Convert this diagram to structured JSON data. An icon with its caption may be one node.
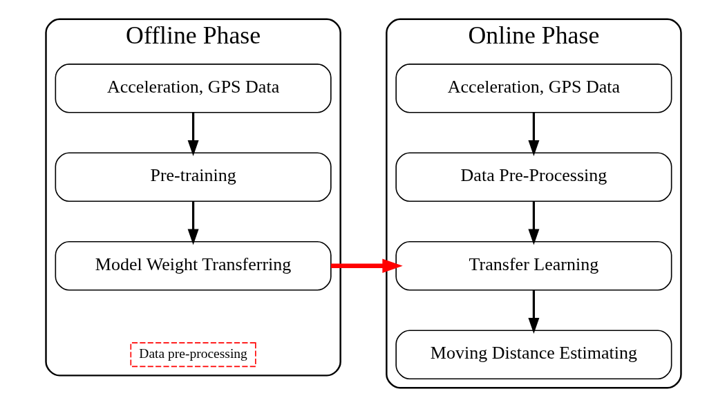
{
  "diagram": {
    "nodes": [
      {
        "text": [
          "Offline Phase"
        ]
      },
      {
        "text": [
          "Online Phase"
        ]
      },
      {
        "text": [
          "Acceleration, GPS Data"
        ],
        "in": 0
      },
      {
        "text": [
          "Pre-training"
        ],
        "in": 0
      },
      {
        "text": [
          "Model Weight Transferring"
        ],
        "in": 0
      },
      {
        "text": [
          "Acceleration, GPS Data"
        ],
        "in": 1
      },
      {
        "text": [
          "Data Pre-Processing"
        ],
        "in": 1
      },
      {
        "text": [
          "Transfer Learning"
        ],
        "in": 1
      },
      {
        "text": [
          "Moving Distance Estimating"
        ],
        "in": 1
      }
    ],
    "edges": [
      {
        "from": 2,
        "to": 3,
        "arrow": "to"
      },
      {
        "from": 3,
        "to": 4,
        "arrow": "to"
      },
      {
        "from": 5,
        "to": 6,
        "arrow": "to"
      },
      {
        "from": 6,
        "to": 7,
        "arrow": "to"
      },
      {
        "from": 7,
        "to": 8,
        "arrow": "to"
      },
      {
        "from": 4,
        "to": 7,
        "arrow": "to",
        "style": "thick",
        "color": "#ff0000"
      }
    ],
    "legend": [
      {
        "text": "Data pre-processing"
      }
    ]
  }
}
